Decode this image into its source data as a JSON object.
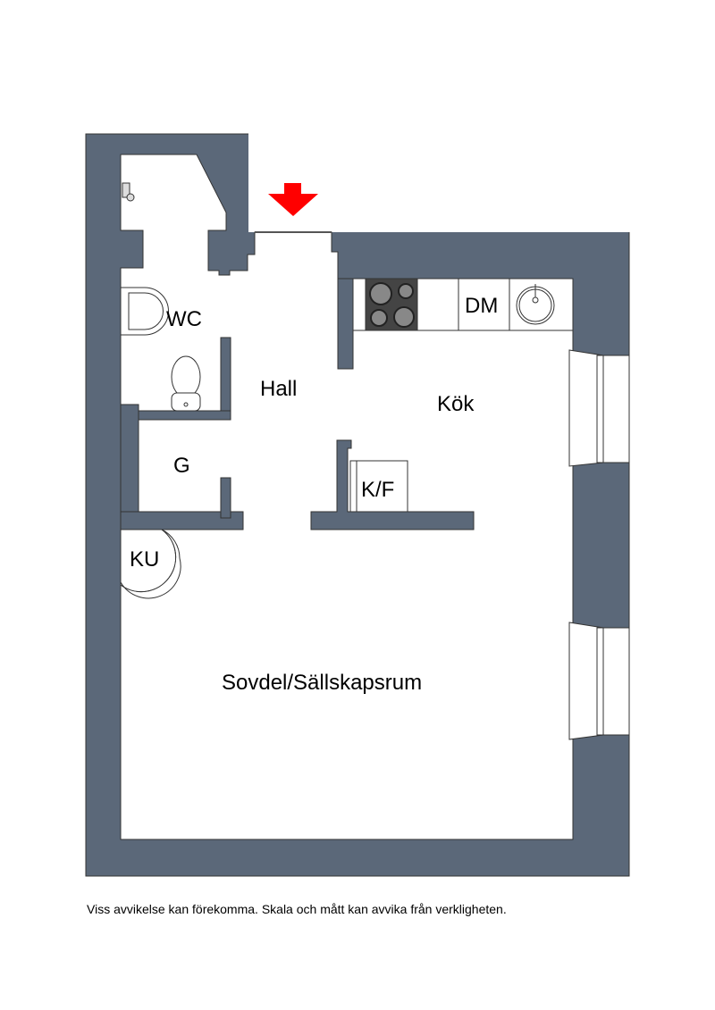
{
  "rooms": {
    "wc": "WC",
    "hall": "Hall",
    "kitchen": "Kök",
    "closet": "G",
    "fridge": "K/F",
    "dishwasher": "DM",
    "ku": "KU",
    "living": "Sovdel/Sällskapsrum"
  },
  "disclaimer": "Viss avvikelse kan förekomma. Skala och mått kan avvika från verkligheten.",
  "colors": {
    "wall": "#5b6879",
    "entrance_arrow": "#ff0000"
  }
}
